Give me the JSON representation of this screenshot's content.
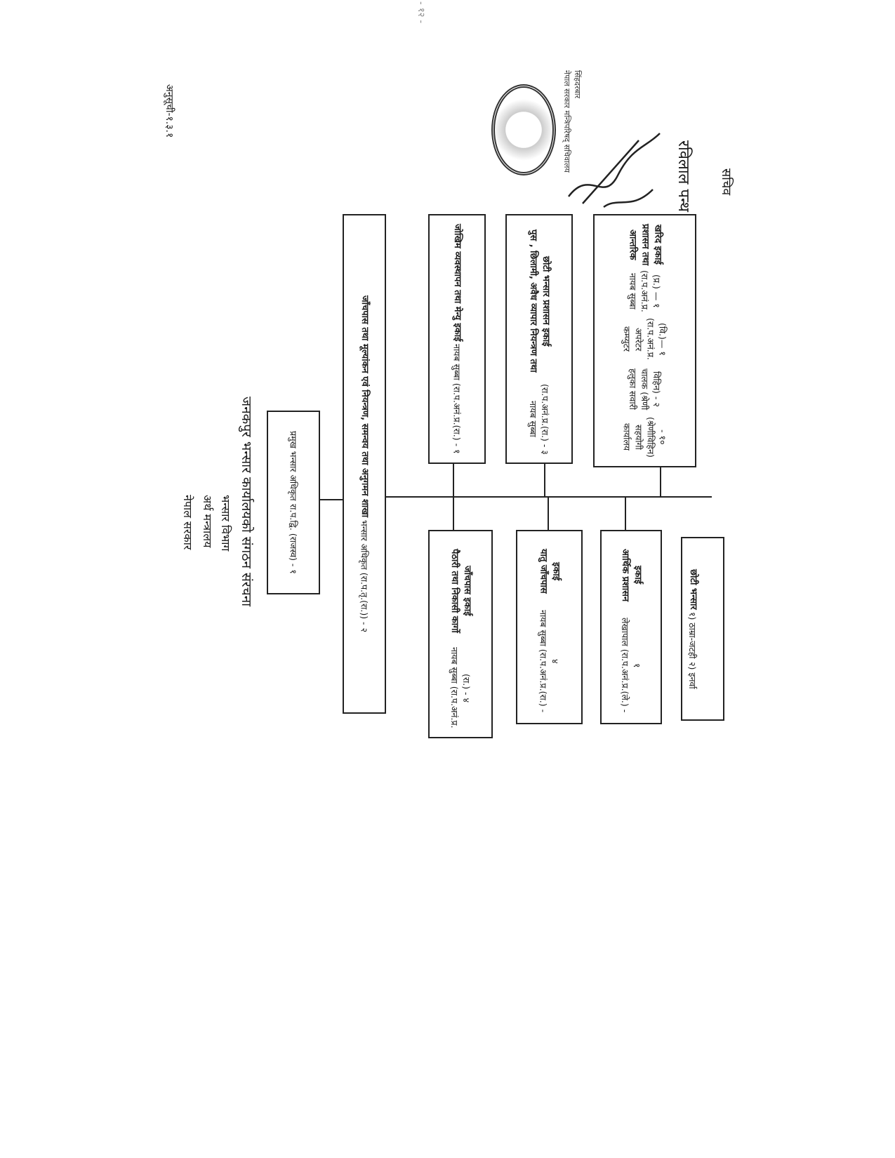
{
  "page_number": "- १२ -",
  "annex_label": "अनुसूची-१.३.१",
  "header": {
    "line1": "नेपाल सरकार",
    "line2": "अर्थ मन्त्रालय",
    "line3": "भन्सार विभाग",
    "title": "जनकपुर भन्सार कार्यालयको संगठन संरचना"
  },
  "chief": {
    "title": "प्रमुख भन्सार अधिकृत",
    "detail": "रा.प.द्वि. (राजस्व) - १"
  },
  "section": {
    "title": "जाँचपास तथा मूल्यांकन एवं नियन्त्रण, समन्वय तथा अनुगमन शाखा",
    "detail": "भन्सार अधिकृत (रा.प.तृ.(रा.)) - २"
  },
  "units_upper": [
    {
      "title": "जोखिम व्यवस्थापन तथा मेन्यु इकाई",
      "lines": [
        "नायब सुब्बा (रा.प.अनं.प्र.(रा.) - १"
      ]
    },
    {
      "title": "पुस , छिलामी, अवैध व्यापार नियन्त्रण तथा छोटी भन्सार प्रशासन इकाई",
      "lines": [
        "नायब सुब्बा (रा.प.अनं.प्र.(रा.) - ३"
      ]
    },
    {
      "title": "आन्तरिक प्रशासन तथा खरिद इकाई",
      "lines": [
        "नायब सुब्बा (रा.प.अनं.प्र.(प्र.) — १",
        "कम्प्युटर अपरेटर (रा.प.अनं.प्र.(वि.)— १",
        "हलुका सवारी चालक (श्रेणी विहिन) - २",
        "कार्यालय सहयोगी (श्रेणीविहिन) - १०"
      ]
    }
  ],
  "units_lower": [
    {
      "title": "पैठारी तथा निकासी कार्गो जाँचपास इकाई",
      "lines": [
        "नायब सुब्बा (रा.प.अनं.प्र.(रा.) - ४"
      ]
    },
    {
      "title": "यातु जाँचपास इकाई",
      "lines": [
        "नायब सुब्बा (रा.प.अनं.प्र.(रा.) - ४"
      ]
    },
    {
      "title": "आर्थिक प्रशासन इकाई",
      "lines": [
        "लेखापाल (रा.प.अनं.प्र.(ले.) - १"
      ]
    },
    {
      "title": "छोटी भन्सार",
      "lines": [
        "१) ठाम्रा-जटही",
        "२) इनर्वा"
      ]
    }
  ],
  "stamp": {
    "text": "नेपाल सरकार मन्त्रिपरिषद् सचिवालय सिंहदरबार"
  },
  "signatory": {
    "name": "रविलाल पन्थ",
    "designation": "सचिव"
  }
}
